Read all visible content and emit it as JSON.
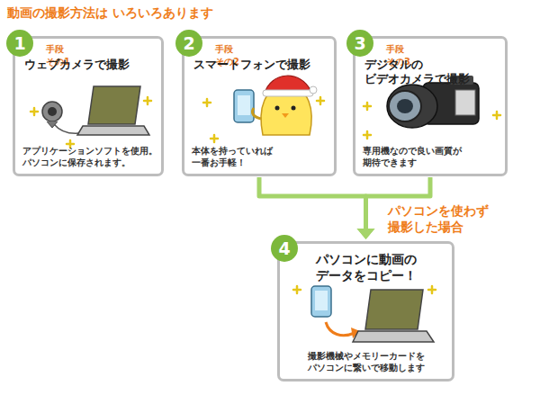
{
  "diagram": {
    "title": "動画の撮影方法は いろいろあります",
    "nodes": [
      {
        "text": [
          "1",
          "手段 その1",
          "ウェブカメラで撮影",
          "アプリケーションソフトを使用。 パソコンに保存されます。"
        ]
      },
      {
        "text": [
          "2",
          "手段 その2",
          "スマートフォンで撮影",
          "本体を持っていれば 一番お手軽！"
        ]
      },
      {
        "text": [
          "3",
          "手段 その3",
          "デジタルの ビデオカメラで撮影",
          "専用機なので良い画質が 期待できます"
        ]
      },
      {
        "text": [
          "4",
          "パソコンに動画の データをコピー！",
          "撮影機械やメモリーカードを パソコンに繋いで移動します"
        ]
      }
    ],
    "edges": [
      {
        "from": 1,
        "to": 3,
        "arrow": "to"
      },
      {
        "from": 2,
        "to": 3,
        "arrow": "to",
        "label": "パソコンを使わず 撮影した場合"
      }
    ]
  }
}
